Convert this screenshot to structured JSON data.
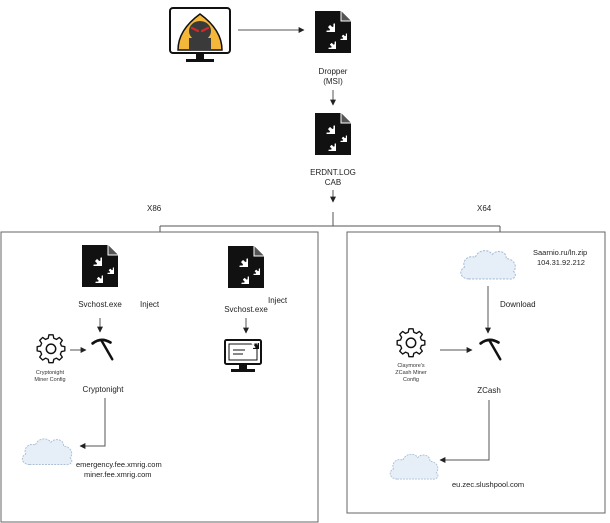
{
  "flow": {
    "dropper_label": "Dropper",
    "dropper_sub": "(MSI)",
    "erdnt_label": "ERDNT.LOG",
    "erdnt_sub": "CAB"
  },
  "x86": {
    "label": "X86",
    "svchost1_label": "Svchost.exe",
    "inject1_label": "Inject",
    "svchost2_label": "Svchost.exe",
    "inject2_label": "Inject",
    "config_label_line1": "Cryptonight",
    "config_label_line2": "Miner Config",
    "miner_label": "Cryptonight",
    "pool_line1": "emergency.fee.xmrig.com",
    "pool_line2": "miner.fee.xmrig.com"
  },
  "x64": {
    "label": "X64",
    "source_line1": "Saarnio.ru/ln.zip",
    "source_line2": "104.31.92.212",
    "download_label": "Download",
    "config_label_line1": "Claymore's",
    "config_label_line2": "ZCash Miner",
    "config_label_line3": "Config",
    "miner_label": "ZCash",
    "pool_label": "eu.zec.slushpool.com"
  },
  "colors": {
    "line": "#555555",
    "box_border": "#666666",
    "file_icon": "#111111",
    "cloud_fill": "#e6eff8",
    "cloud_stroke": "#a9bfd6",
    "hacker_hood": "#f4b73a",
    "hacker_eyes": "#d62828"
  },
  "icons": [
    "hacker-monitor-icon",
    "gear-file-icon",
    "computer-gear-icon",
    "gear-icon",
    "pickaxe-icon",
    "cloud-icon"
  ]
}
